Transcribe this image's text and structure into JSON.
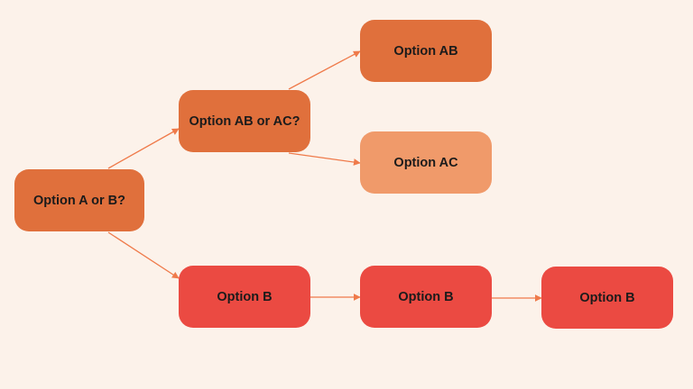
{
  "colors": {
    "background": "#fcf2ea",
    "dark_orange": "#e0703c",
    "light_orange": "#f09a6a",
    "red": "#eb4a42",
    "connector": "#ef7a4a"
  },
  "nodes": {
    "a_or_b": {
      "label": "Option A or B?"
    },
    "ab_or_ac": {
      "label": "Option AB or AC?"
    },
    "option_ab": {
      "label": "Option AB"
    },
    "option_ac": {
      "label": "Option AC"
    },
    "option_b_1": {
      "label": "Option B"
    },
    "option_b_2": {
      "label": "Option B"
    },
    "option_b_3": {
      "label": "Option B"
    }
  },
  "edges": [
    {
      "from": "a_or_b",
      "to": "ab_or_ac"
    },
    {
      "from": "a_or_b",
      "to": "option_b_1"
    },
    {
      "from": "ab_or_ac",
      "to": "option_ab"
    },
    {
      "from": "ab_or_ac",
      "to": "option_ac"
    },
    {
      "from": "option_b_1",
      "to": "option_b_2"
    },
    {
      "from": "option_b_2",
      "to": "option_b_3"
    }
  ]
}
